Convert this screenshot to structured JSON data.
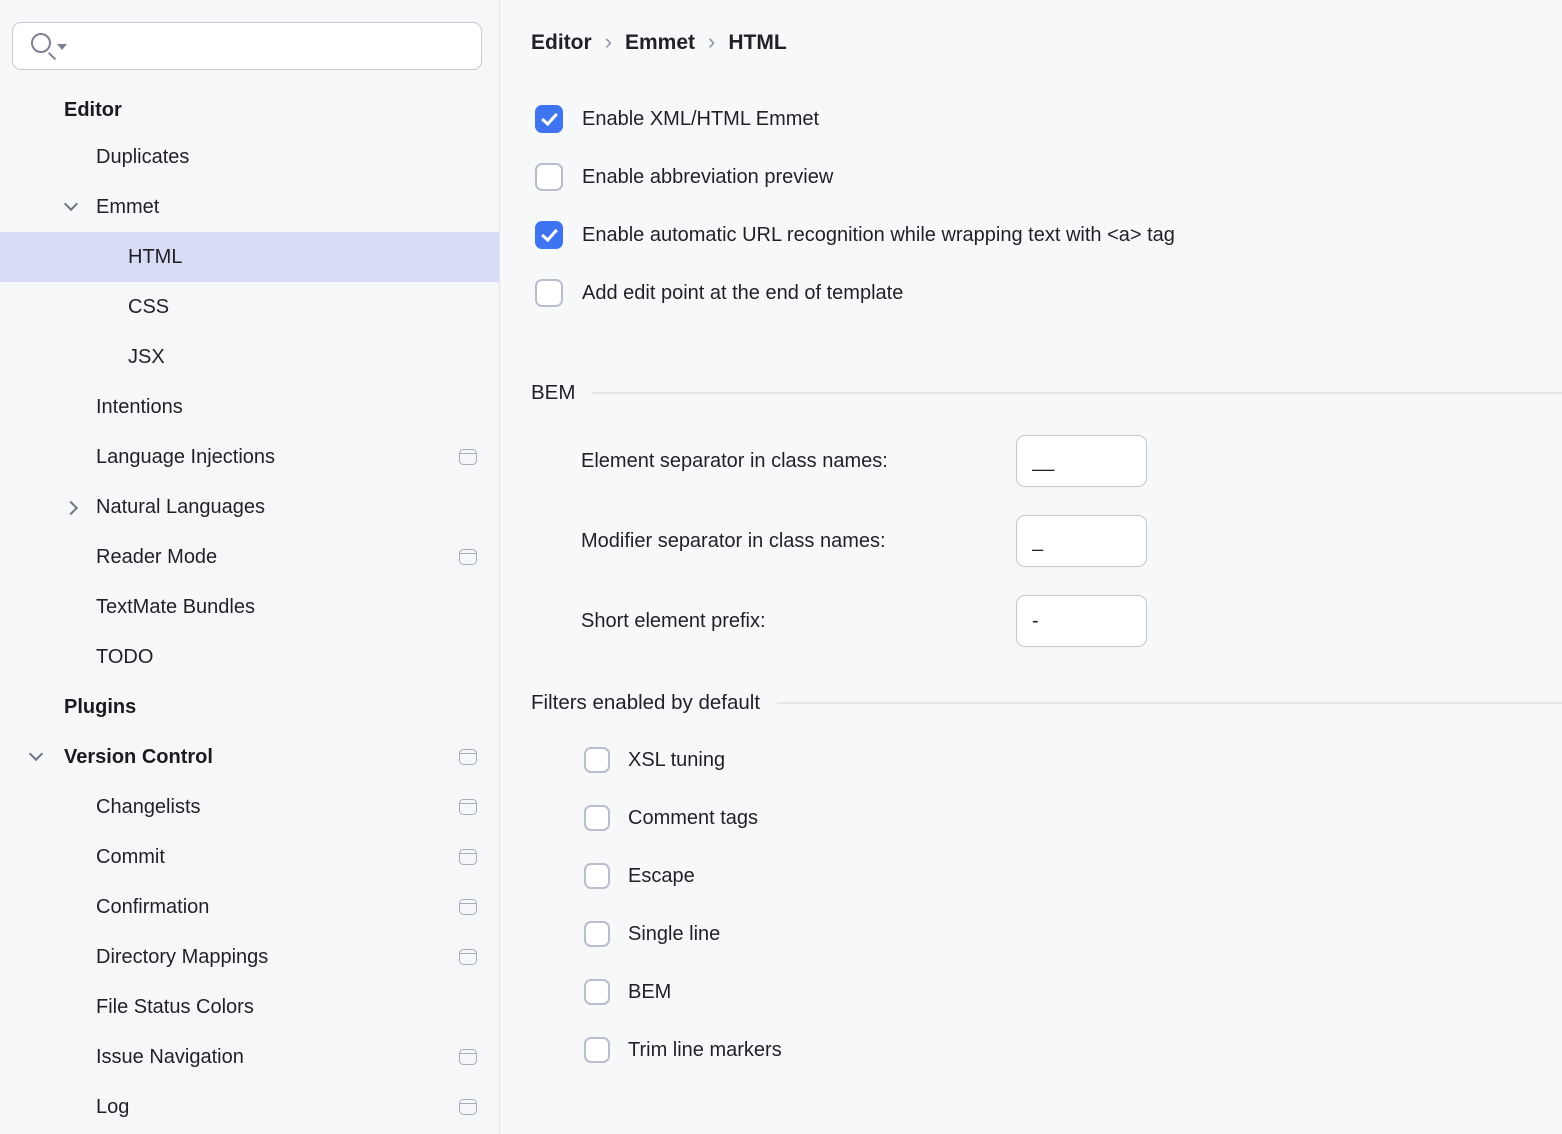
{
  "colors": {
    "accent_blue": "#3E74F0",
    "selected_row": "#D8DDF6"
  },
  "icons": {
    "search-icon": "magnifier with dropdown caret",
    "chevron-down-icon": "v",
    "chevron-right-icon": ">",
    "window-icon": "rounded window with top bar",
    "checkmark-icon": "white check"
  },
  "sidebar": {
    "search": {
      "value": "",
      "placeholder": ""
    },
    "items": [
      {
        "label": "Editor",
        "level": 1,
        "bold": true
      },
      {
        "label": "Duplicates",
        "level": 2
      },
      {
        "label": "Emmet",
        "level": 2,
        "chevron": "down"
      },
      {
        "label": "HTML",
        "level": 3,
        "selected": true
      },
      {
        "label": "CSS",
        "level": 3
      },
      {
        "label": "JSX",
        "level": 3
      },
      {
        "label": "Intentions",
        "level": 2
      },
      {
        "label": "Language Injections",
        "level": 2,
        "badge": "window-icon"
      },
      {
        "label": "Natural Languages",
        "level": 2,
        "chevron": "right"
      },
      {
        "label": "Reader Mode",
        "level": 2,
        "badge": "window-icon"
      },
      {
        "label": "TextMate Bundles",
        "level": 2
      },
      {
        "label": "TODO",
        "level": 2
      },
      {
        "label": "Plugins",
        "level": 1,
        "bold": true
      },
      {
        "label": "Version Control",
        "level": 1,
        "bold": true,
        "chevron": "down",
        "badge": "window-icon"
      },
      {
        "label": "Changelists",
        "level": 2,
        "badge": "window-icon"
      },
      {
        "label": "Commit",
        "level": 2,
        "badge": "window-icon"
      },
      {
        "label": "Confirmation",
        "level": 2,
        "badge": "window-icon"
      },
      {
        "label": "Directory Mappings",
        "level": 2,
        "badge": "window-icon"
      },
      {
        "label": "File Status Colors",
        "level": 2
      },
      {
        "label": "Issue Navigation",
        "level": 2,
        "badge": "window-icon"
      },
      {
        "label": "Log",
        "level": 2,
        "badge": "window-icon"
      }
    ]
  },
  "breadcrumb": {
    "items": [
      "Editor",
      "Emmet",
      "HTML"
    ],
    "separator": "›"
  },
  "options": [
    {
      "label": "Enable XML/HTML Emmet",
      "checked": true
    },
    {
      "label": "Enable abbreviation preview",
      "checked": false
    },
    {
      "label": "Enable automatic URL recognition while wrapping text with <a> tag",
      "checked": true
    },
    {
      "label": "Add edit point at the end of template",
      "checked": false
    }
  ],
  "bem": {
    "title": "BEM",
    "fields": [
      {
        "label": "Element separator in class names:",
        "value": "__"
      },
      {
        "label": "Modifier separator in class names:",
        "value": "_"
      },
      {
        "label": "Short element prefix:",
        "value": "-"
      }
    ]
  },
  "filters": {
    "title": "Filters enabled by default",
    "items": [
      {
        "label": "XSL tuning",
        "checked": false
      },
      {
        "label": "Comment tags",
        "checked": false
      },
      {
        "label": "Escape",
        "checked": false
      },
      {
        "label": "Single line",
        "checked": false
      },
      {
        "label": "BEM",
        "checked": false
      },
      {
        "label": "Trim line markers",
        "checked": false
      }
    ]
  }
}
